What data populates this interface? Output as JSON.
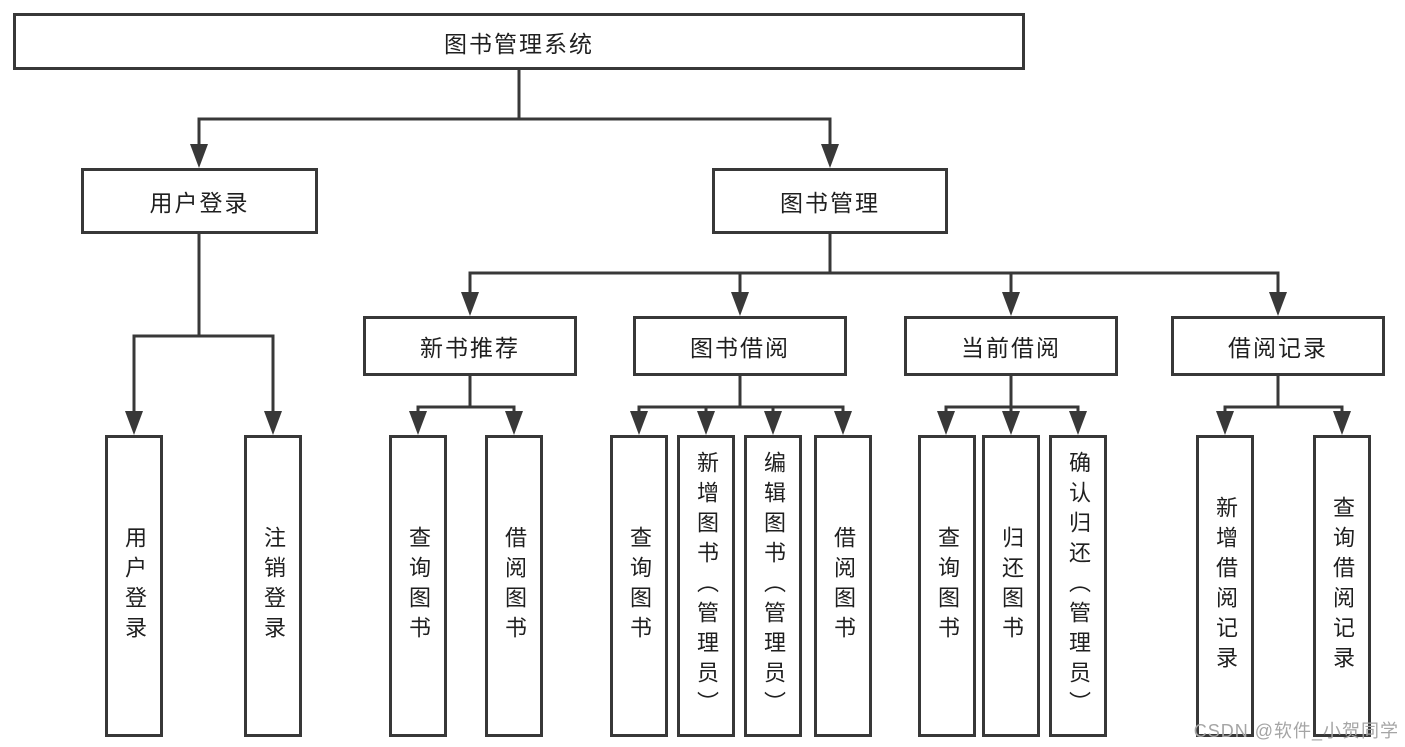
{
  "diagram": {
    "root": {
      "label": "图书管理系统"
    },
    "branches": [
      {
        "label": "用户登录",
        "children": [
          {
            "label": "用户登录"
          },
          {
            "label": "注销登录"
          }
        ]
      },
      {
        "label": "图书管理",
        "children": [
          {
            "label": "新书推荐",
            "children": [
              {
                "label": "查询图书"
              },
              {
                "label": "借阅图书"
              }
            ]
          },
          {
            "label": "图书借阅",
            "children": [
              {
                "label": "查询图书"
              },
              {
                "label": "新增图书（管理员）"
              },
              {
                "label": "编辑图书（管理员）"
              },
              {
                "label": "借阅图书"
              }
            ]
          },
          {
            "label": "当前借阅",
            "children": [
              {
                "label": "查询图书"
              },
              {
                "label": "归还图书"
              },
              {
                "label": "确认归还（管理员）"
              }
            ]
          },
          {
            "label": "借阅记录",
            "children": [
              {
                "label": "新增借阅记录"
              },
              {
                "label": "查询借阅记录"
              }
            ]
          }
        ]
      }
    ]
  },
  "watermark": {
    "text": "CSDN @软件_小贺同学"
  },
  "colors": {
    "line": "#383838",
    "box_border": "#383838",
    "box_fill": "#ffffff",
    "text": "#1f1f1f",
    "watermark": "#a5a5a5",
    "background": "#ffffff"
  }
}
